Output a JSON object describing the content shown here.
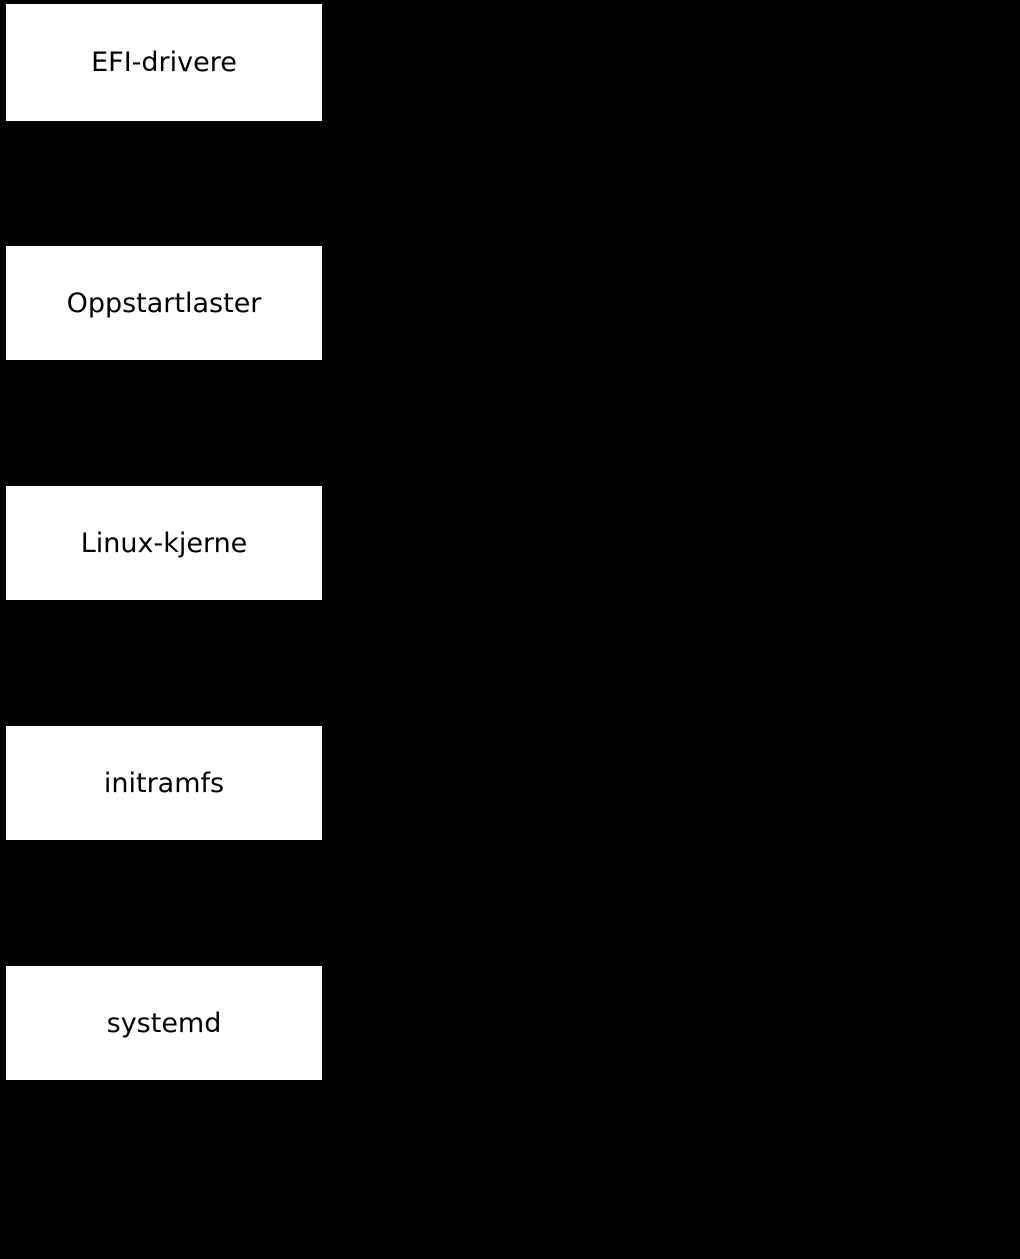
{
  "diagram": {
    "type": "flowchart",
    "orientation": "vertical",
    "nodes": [
      {
        "label": "EFI-drivere"
      },
      {
        "label": "Oppstartlaster"
      },
      {
        "label": "Linux-kjerne"
      },
      {
        "label": "initramfs"
      },
      {
        "label": "systemd"
      }
    ],
    "colors": {
      "background": "#000000",
      "node_background": "#ffffff",
      "node_text": "#000000"
    }
  }
}
